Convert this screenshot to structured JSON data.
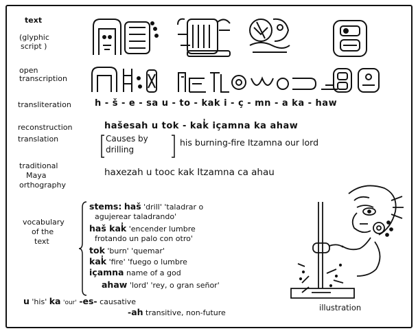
{
  "labels": {
    "text": "text",
    "glyphic": "(glyphic",
    "script": "script )",
    "open": "open",
    "transcription": "transcription",
    "transliteration": "transliteration",
    "reconstruction": "reconstruction",
    "translation": "translation",
    "traditional": "traditional",
    "maya": "Maya",
    "orthography": "orthography",
    "vocabulary": "vocabulary",
    "of_the": "of the",
    "text2": "text"
  },
  "transliteration_text": "h - š - e - sa   u - to - kak  i - ç - mn - a    ka - haw",
  "reconstruction_text": "hašesah  u  tok - kak̓  içamna  ka  ahaw",
  "translation": {
    "bracket_line1": "Causes by",
    "bracket_line2": "drilling",
    "rest": "his burning-fire Itzamna our lord"
  },
  "traditional_text": "haxezah  u  tooc  kak  Itzamna  ca  ahau",
  "vocabulary": {
    "line1_head": "stems:",
    "line1_word": "haš",
    "line1_gloss": "'drill' 'taladrar o",
    "line2": "agujerear taladrando'",
    "line3_word": "haš kak̓",
    "line3_gloss": "'encender lumbre",
    "line4": "frotando un palo con otro'",
    "line5_word": "tok",
    "line5_gloss": "'burn'  'quemar'",
    "line6_word": "kak̓",
    "line6_gloss": "'fire'  'fuego o lumbre",
    "line7_word": "içamna",
    "line7_gloss": "name of a god",
    "line8_word": "ahaw",
    "line8_gloss": "'lord'  'rey, o gran señor'",
    "line9_u": "u",
    "line9_his": "'his'",
    "line9_ka": "ka",
    "line9_our": "'our'",
    "line9_es": "-es-",
    "line9_es_gloss": "causative",
    "line10_ah": "-ah",
    "line10_gloss": "transitive, non-future"
  },
  "illustration_caption": "illustration"
}
